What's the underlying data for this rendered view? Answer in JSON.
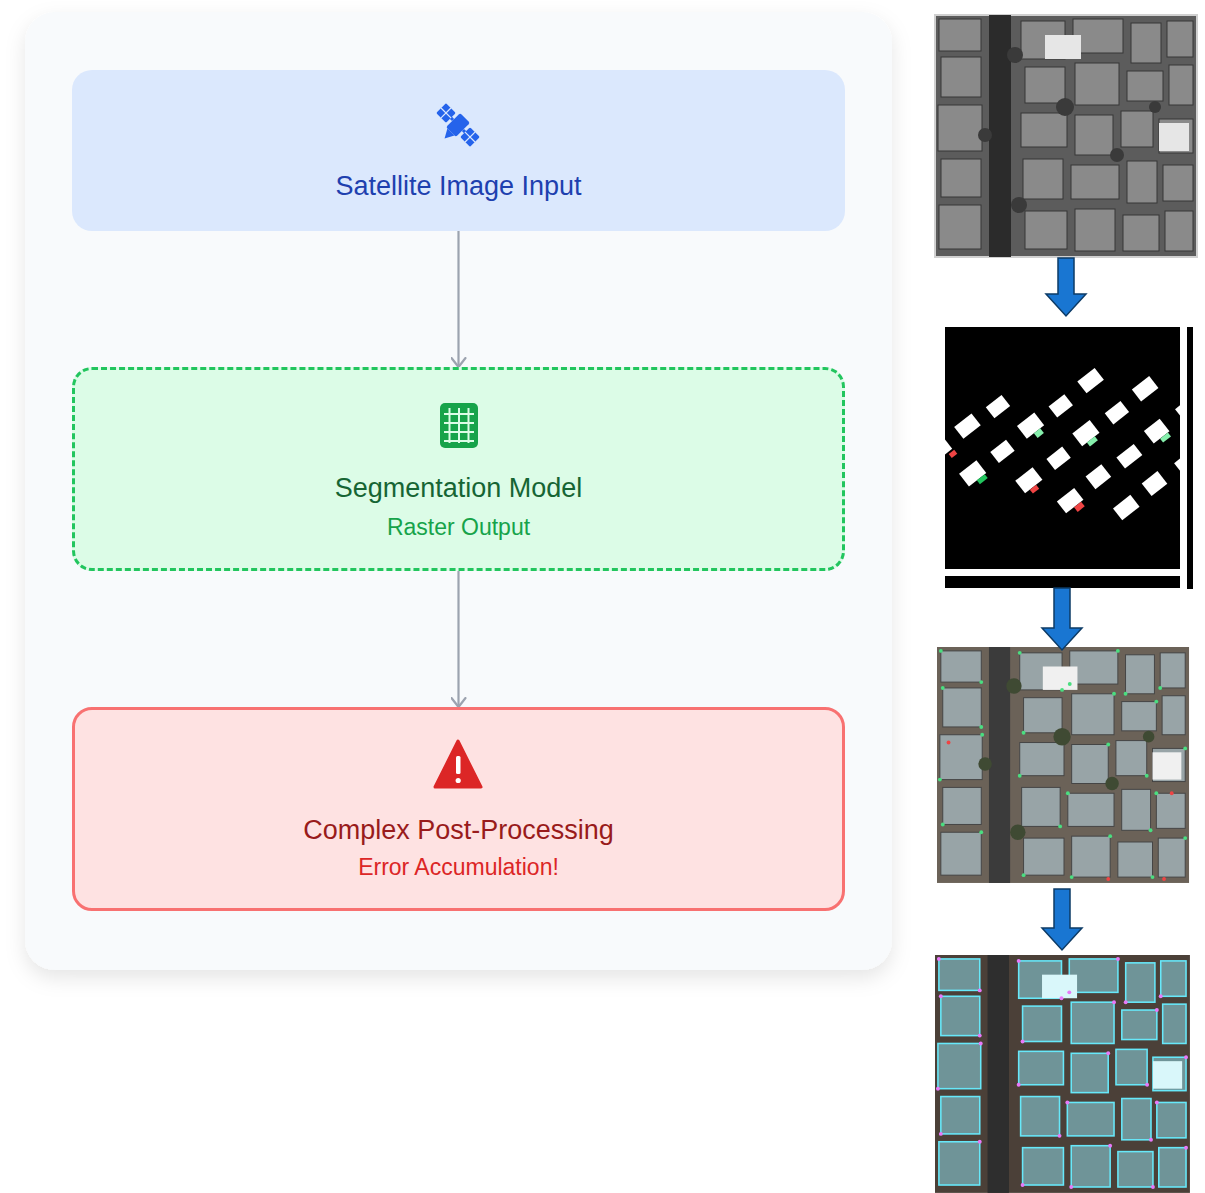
{
  "diagram": {
    "nodes": [
      {
        "text": [
          "Satellite Image Input"
        ]
      },
      {
        "text": [
          "Segmentation Model",
          "Raster Output"
        ]
      },
      {
        "text": [
          "Complex Post-Processing",
          "Error Accumulation!"
        ]
      }
    ],
    "edges": [
      {
        "from": 0,
        "to": 1,
        "arrow": "to"
      },
      {
        "from": 1,
        "to": 2,
        "arrow": "to"
      }
    ]
  }
}
